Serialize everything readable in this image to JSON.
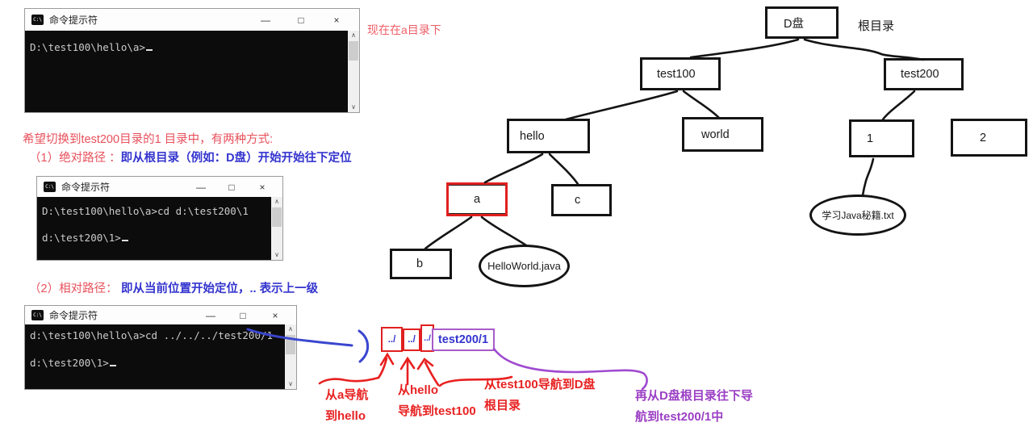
{
  "colors": {
    "terminal_bg": "#0c0c0c",
    "terminal_fg": "#cccccc",
    "note_red": "#e8505b",
    "desc_blue": "#3434cf",
    "annot_red": "#e82222",
    "annot_purple": "#9b3fc4",
    "box_red": "#e02020",
    "box_purple": "#a85cc9",
    "arrow_blue": "#3a46cf"
  },
  "icons": {
    "cmd_badge": "C:\\",
    "minimize": "—",
    "maximize": "□",
    "close": "×",
    "scroll_up": "∧",
    "scroll_down": "∨"
  },
  "terminals": [
    {
      "title": "命令提示符",
      "lines": [
        {
          "text": "D:\\test100\\hello\\a>",
          "cursor": true
        }
      ]
    },
    {
      "title": "命令提示符",
      "lines": [
        {
          "text": "D:\\test100\\hello\\a>cd d:\\test200\\1",
          "cursor": false
        },
        {
          "text": "d:\\test200\\1>",
          "cursor": true
        }
      ]
    },
    {
      "title": "命令提示符",
      "lines": [
        {
          "text": "d:\\test100\\hello\\a>cd ../../../test200/1",
          "cursor": false
        },
        {
          "text": "d:\\test200\\1>",
          "cursor": true
        }
      ]
    }
  ],
  "notes": {
    "current_dir": "现在在a目录下",
    "intro": "希望切换到test200目录的1 目录中，有两种方式:",
    "abs_label": "（1）绝对路径 ：",
    "abs_desc": "即从根目录（例如：D盘）开始开始往下定位",
    "rel_label": "（2）相对路径：",
    "rel_desc": "即从当前位置开始定位，.. 表示上一级"
  },
  "tree": {
    "root_label": "根目录",
    "nodes": [
      {
        "id": "d-disk",
        "label": "D盘"
      },
      {
        "id": "test100",
        "label": "test100"
      },
      {
        "id": "test200",
        "label": "test200"
      },
      {
        "id": "hello",
        "label": "hello"
      },
      {
        "id": "world",
        "label": "world"
      },
      {
        "id": "dir-1",
        "label": "1"
      },
      {
        "id": "dir-2",
        "label": "2"
      },
      {
        "id": "a",
        "label": "a"
      },
      {
        "id": "c",
        "label": "c"
      },
      {
        "id": "b",
        "label": "b"
      },
      {
        "id": "helloworld-java",
        "label": "HelloWorld.java"
      },
      {
        "id": "java-txt",
        "label": "学习Java秘籍.txt"
      }
    ]
  },
  "path_demo": {
    "segments": [
      "../",
      "../",
      "../"
    ],
    "target": "test200/1",
    "annotations": [
      {
        "line1": "从a导航",
        "line2": "到hello"
      },
      {
        "line1": "从hello",
        "line2": "导航到test100"
      },
      {
        "line1": "从test100导航到D盘",
        "line2": "根目录"
      },
      {
        "line1": "再从D盘根目录往下导",
        "line2": "航到test200/1中"
      }
    ]
  }
}
